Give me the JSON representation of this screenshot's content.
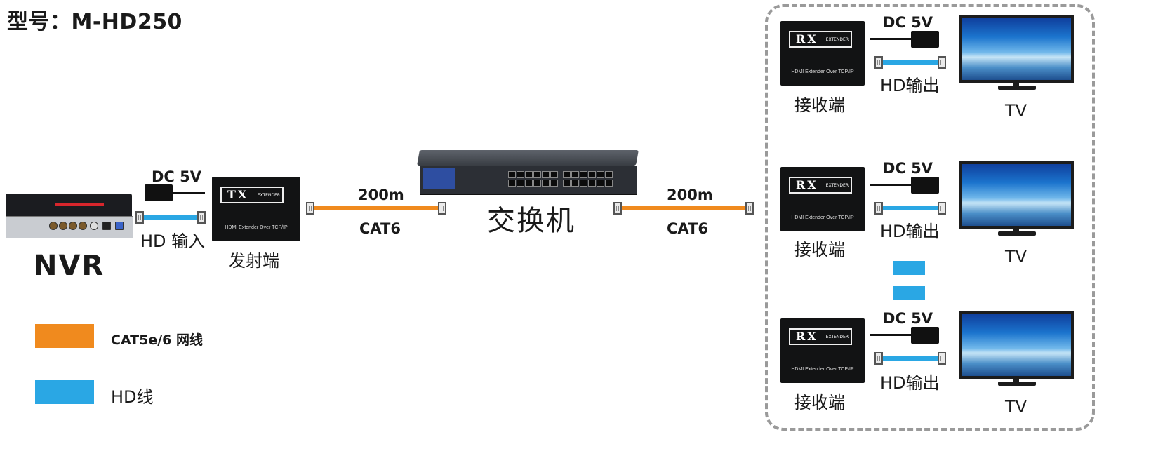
{
  "model": "型号：M-HD250",
  "nvr": {
    "label": "NVR"
  },
  "tx": {
    "power_label": "DC 5V",
    "hd_in_label": "HD 输入",
    "device_label": "发射端",
    "logo": "TX",
    "logo_small": "EXTENDER",
    "desc": "HDMI Extender Over TCP/IP"
  },
  "link_left": {
    "distance": "200m",
    "cable": "CAT6"
  },
  "switch": {
    "label": "交换机"
  },
  "link_right": {
    "distance": "200m",
    "cable": "CAT6"
  },
  "receivers": [
    {
      "power_label": "DC 5V",
      "hd_out_label": "HD输出",
      "device_label": "接收端",
      "tv_label": "TV",
      "logo": "RX",
      "logo_small": "EXTENDER",
      "desc": "HDMI Extender Over TCP/IP"
    },
    {
      "power_label": "DC 5V",
      "hd_out_label": "HD输出",
      "device_label": "接收端",
      "tv_label": "TV",
      "logo": "RX",
      "logo_small": "EXTENDER",
      "desc": "HDMI Extender Over TCP/IP"
    },
    {
      "power_label": "DC 5V",
      "hd_out_label": "HD输出",
      "device_label": "接收端",
      "tv_label": "TV",
      "logo": "RX",
      "logo_small": "EXTENDER",
      "desc": "HDMI Extender Over TCP/IP"
    }
  ],
  "legend": [
    {
      "label": "CAT5e/6 网线",
      "color": "#f08a1e"
    },
    {
      "label": "HD线",
      "color": "#2aa7e4"
    }
  ],
  "colors": {
    "cat_cable": "#f08a1e",
    "hd_cable": "#2aa7e4",
    "frame": "#9a9a9a"
  }
}
